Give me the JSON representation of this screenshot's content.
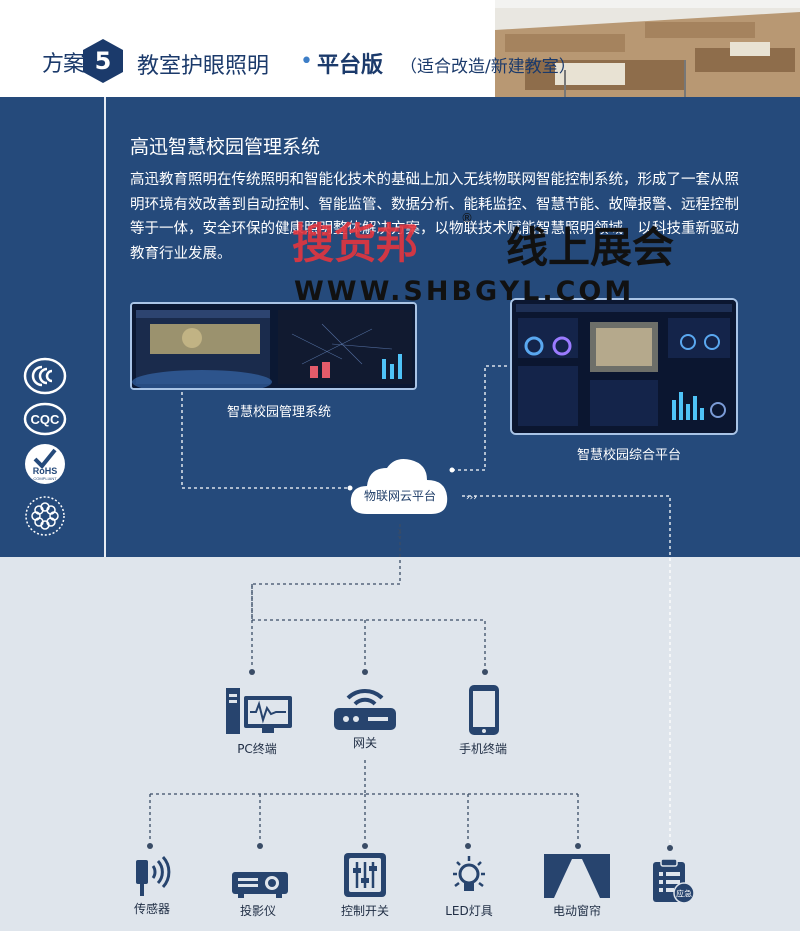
{
  "header": {
    "plan_prefix": "方案",
    "plan_number": "5",
    "title": "教室护眼照明",
    "title_strong": "平台版",
    "subtitle": "（适合改造/新建教室）"
  },
  "system": {
    "title": "高迅智慧校园管理系统",
    "description": "高迅教育照明在传统照明和智能化技术的基础上加入无线物联网智能控制系统，形成了一套从照明环境有效改善到自动控制、智能监管、数据分析、能耗监控、智慧节能、故障报警、远程控制等于一体，安全环保的健康照明整体解决方案，以物联技术赋能智慧照明领域，以科技重新驱动教育行业发展。"
  },
  "watermark": {
    "brand_red": "搜货邦",
    "registered": "®",
    "brand_black": "线上展会",
    "url": "WWW.SHBGYL.COM"
  },
  "certifications": {
    "icons": [
      "ccc-icon",
      "cqc-icon",
      "rohs-icon",
      "environmental-label-icon"
    ],
    "rohs_text": "RoHS",
    "rohs_sub": "COMPLIANT",
    "cqc_text": "CQC"
  },
  "screens": {
    "campus_system_label": "智慧校园管理系统",
    "campus_platform_label": "智慧校园综合平台"
  },
  "cloud_label": "物联网云平台",
  "terminals": {
    "pc": "PC终端",
    "gateway": "网关",
    "mobile": "手机终端"
  },
  "devices": {
    "sensor": "传感器",
    "projector": "投影仪",
    "control_switch": "控制开关",
    "led_light": "LED灯具",
    "curtain": "电动窗帘",
    "emergency": "应急"
  },
  "colors": {
    "band_blue": "#254a7b",
    "header_blue": "#1b3a6b",
    "icon_blue": "#27446e",
    "lower_gray": "#dfe5ec",
    "watermark_red": "#e3353f"
  }
}
